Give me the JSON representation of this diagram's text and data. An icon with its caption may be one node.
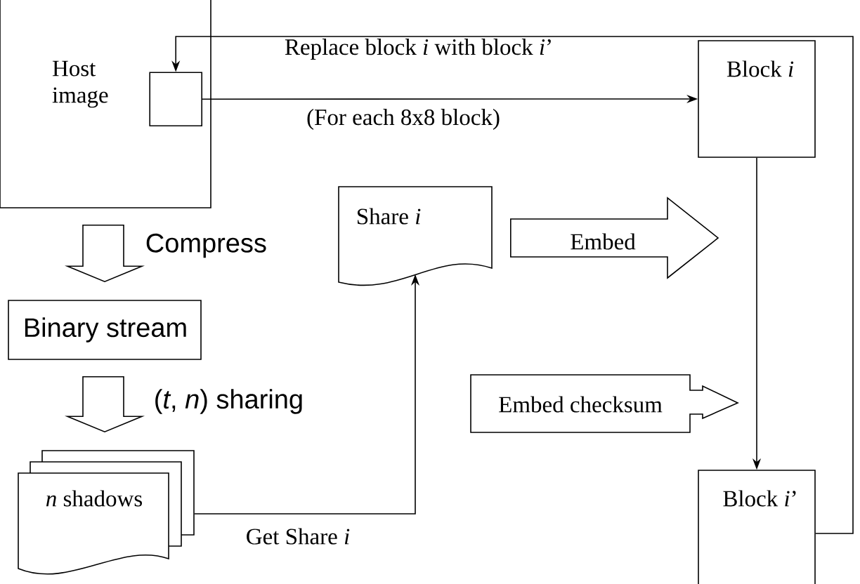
{
  "diagram": {
    "nodes": [
      {
        "text": [
          "Host image"
        ]
      },
      {
        "text": [],
        "shape": "box",
        "in": 0
      },
      {
        "text": [
          "Block *i*"
        ]
      },
      {
        "text": [
          "Share *i*"
        ]
      },
      {
        "text": [
          "Binary stream"
        ]
      },
      {
        "text": [
          "*n* shadows"
        ]
      },
      {
        "text": [
          "Embed checksum"
        ]
      },
      {
        "text": [
          "Block *i*’"
        ]
      }
    ],
    "edges": [
      {
        "from": 1,
        "to": 2,
        "arrow": "to",
        "label": "(For each 8x8 block)"
      },
      {
        "from": 2,
        "to": 7,
        "arrow": "to"
      },
      {
        "from": 7,
        "to": 1,
        "arrow": "to",
        "label": "Replace block *i* with block *i*’"
      },
      {
        "from": 5,
        "to": 3,
        "arrow": "to",
        "label": "Get Share *i*"
      },
      {
        "from": 0,
        "to": 4,
        "arrow": "to",
        "label": "Compress"
      },
      {
        "from": 4,
        "to": 5,
        "arrow": "to",
        "label": "(*t*, *n*) sharing"
      },
      {
        "from": 3,
        "to": null,
        "arrow": "to",
        "label": "Embed"
      }
    ]
  }
}
